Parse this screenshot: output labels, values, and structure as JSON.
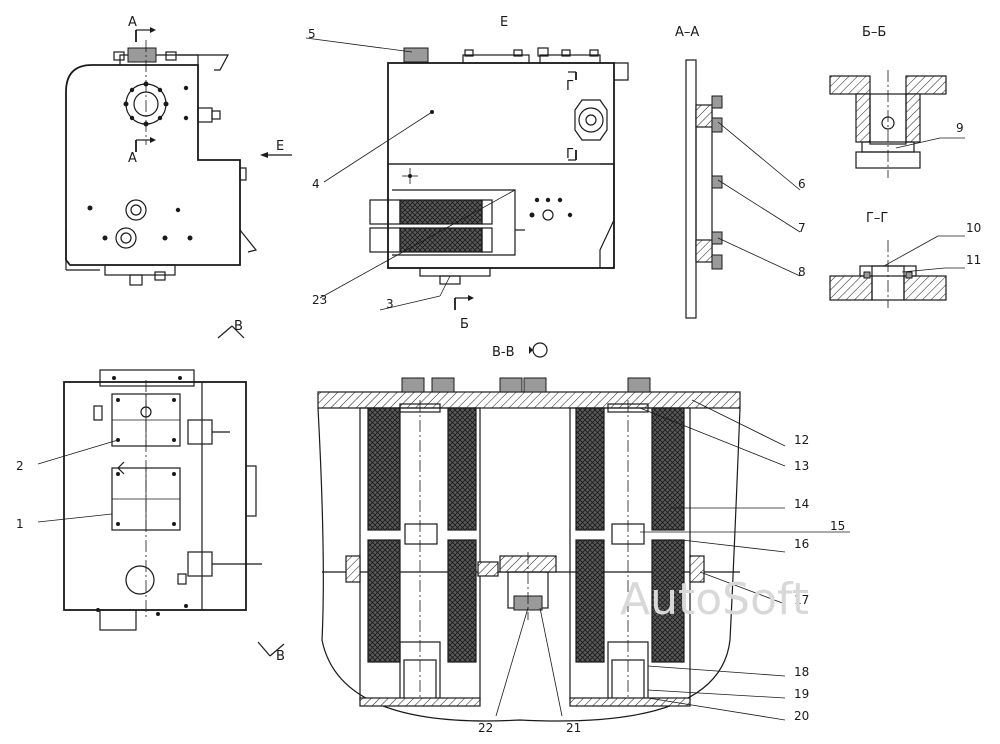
{
  "sections": {
    "a_top": "А",
    "a_bottom": "А",
    "e_arrow": "Е",
    "e_title": "Е",
    "aa_title": "А–А",
    "bb_title": "Б–Б",
    "gg_title": "Г–Г",
    "gamma_top": "Г",
    "gamma_bottom": "Г",
    "b_arrow": "Б",
    "v_top": "В",
    "v_bottom": "В",
    "vv_title": "В-В"
  },
  "callouts": [
    "1",
    "2",
    "3",
    "4",
    "5",
    "6",
    "7",
    "8",
    "9",
    "10",
    "11",
    "12",
    "13",
    "14",
    "15",
    "16",
    "17",
    "18",
    "19",
    "20",
    "21",
    "22",
    "23"
  ],
  "watermark": "AutoSoft"
}
